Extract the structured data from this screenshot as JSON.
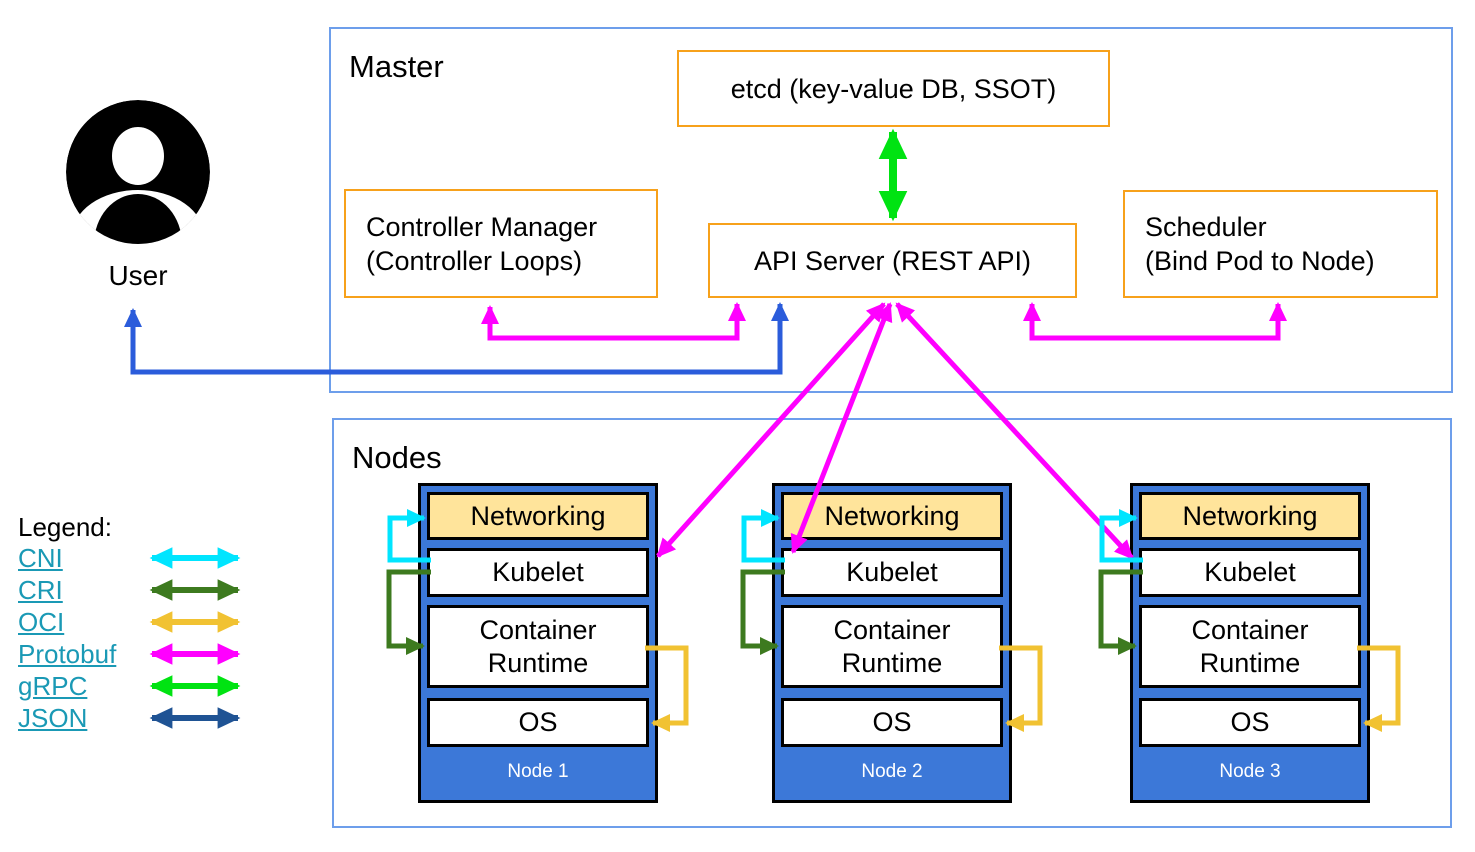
{
  "master": {
    "title": "Master",
    "etcd_label": "etcd (key-value DB, SSOT)",
    "controller_manager": {
      "line1": "Controller Manager",
      "line2": "(Controller Loops)"
    },
    "api_server_label": "API Server (REST API)",
    "scheduler": {
      "line1": "Scheduler",
      "line2": "(Bind Pod to Node)"
    }
  },
  "user_label": "User",
  "nodes_panel": {
    "title": "Nodes",
    "layers": {
      "networking": "Networking",
      "kubelet": "Kubelet",
      "container_runtime": "Container Runtime",
      "os": "OS"
    },
    "node_names": [
      "Node 1",
      "Node 2",
      "Node 3"
    ]
  },
  "legend": {
    "title": "Legend:",
    "items": [
      {
        "label": "CNI",
        "color": "#00E5FF"
      },
      {
        "label": "CRI",
        "color": "#3D7A1F"
      },
      {
        "label": "OCI",
        "color": "#F1C232"
      },
      {
        "label": "Protobuf",
        "color": "#FF00FF"
      },
      {
        "label": "gRPC",
        "color": "#00E312"
      },
      {
        "label": "JSON",
        "color": "#1F5394"
      }
    ]
  },
  "colors": {
    "cni": "#00E5FF",
    "cri": "#3D7A1F",
    "oci": "#F1C232",
    "protobuf": "#FF00FF",
    "grpc": "#00E312",
    "json": "#1F5394",
    "user_blue": "#2B5CDB",
    "orange_border": "#F7A11B",
    "panel_blue": "#6D9EEB",
    "node_blue": "#3C78D8",
    "networking_tan": "#FFE49B",
    "legend_link": "#1A99B5"
  }
}
